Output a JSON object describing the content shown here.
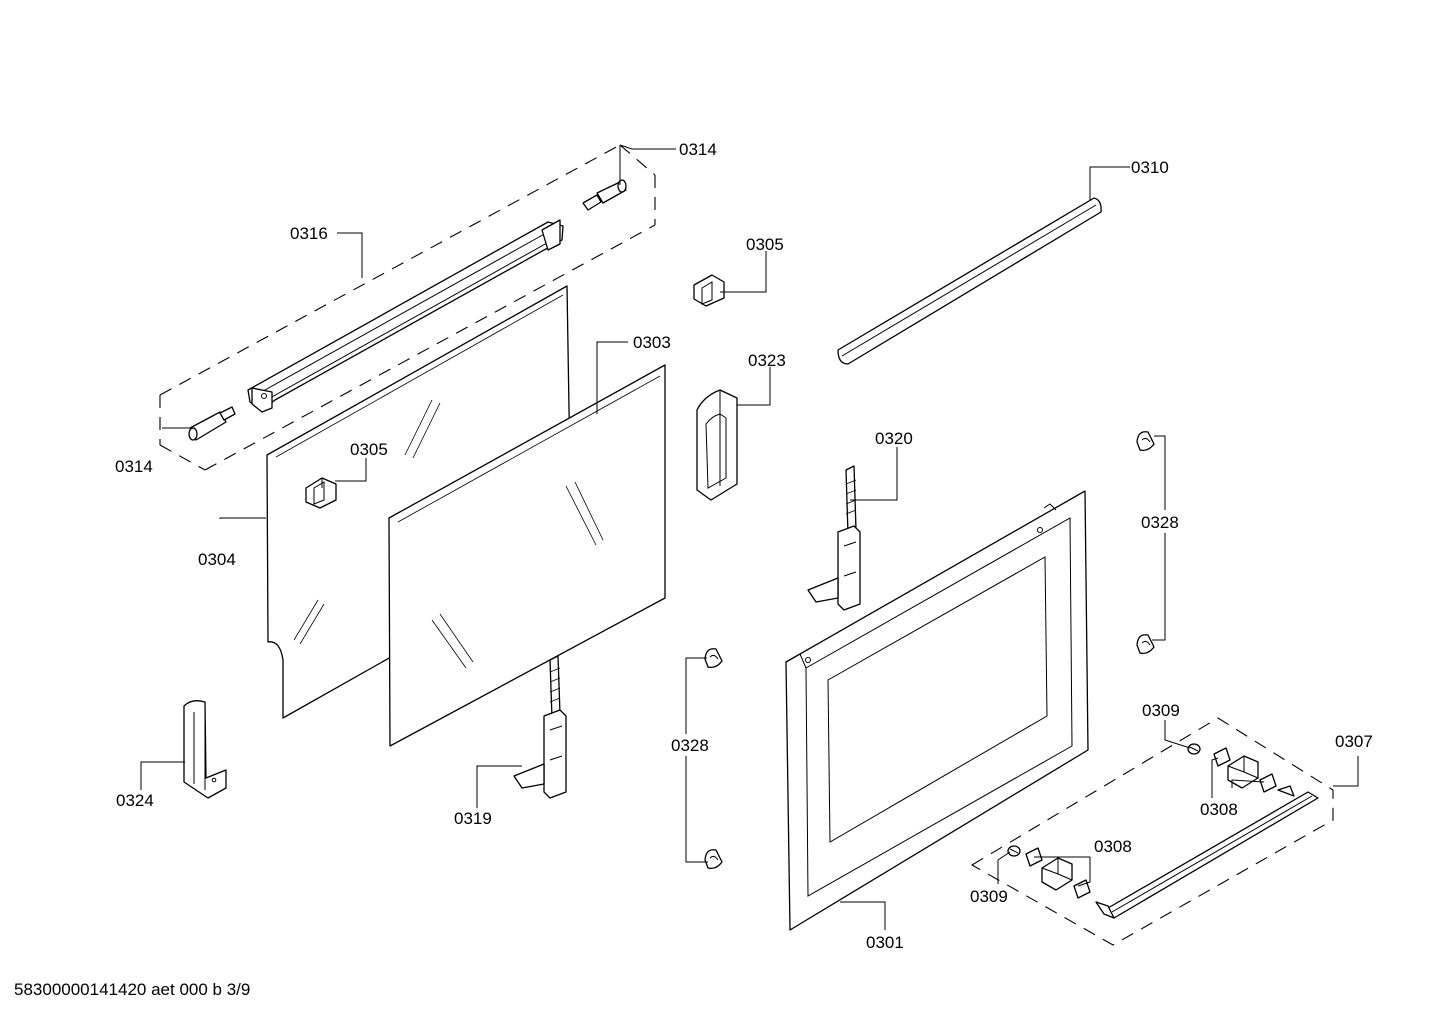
{
  "drawing": {
    "labels": {
      "p0314_top": "0314",
      "p0314_left": "0314",
      "p0316": "0316",
      "p0305_top": "0305",
      "p0305_mid": "0305",
      "p0303": "0303",
      "p0323": "0323",
      "p0310": "0310",
      "p0320": "0320",
      "p0328_right": "0328",
      "p0328_mid": "0328",
      "p0304": "0304",
      "p0324": "0324",
      "p0319": "0319",
      "p0301": "0301",
      "p0309_top": "0309",
      "p0309_bottom": "0309",
      "p0307": "0307",
      "p0308_right": "0308",
      "p0308_mid": "0308"
    },
    "footer_code": "58300000141420 aet 000 b 3/9"
  }
}
